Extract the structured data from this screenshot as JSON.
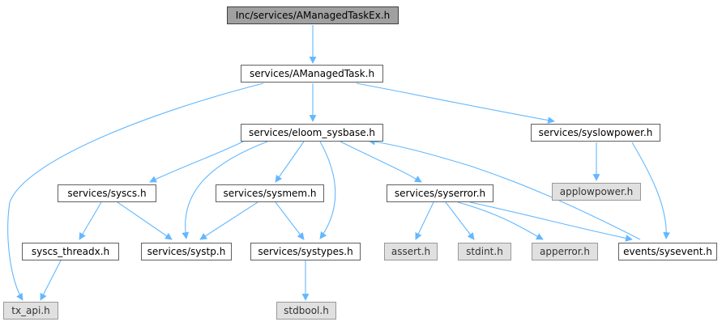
{
  "graph": {
    "colors": {
      "edge": "#63b8ff",
      "root_fill": "#a0a0a0",
      "node_border": "#606060",
      "system_fill": "#e0e0e0"
    },
    "nodes": {
      "root": "Inc/services/AManagedTaskEx.h",
      "amanagedtask": "services/AManagedTask.h",
      "eloom_sysbase": "services/eloom_sysbase.h",
      "syslowpower": "services/syslowpower.h",
      "applowpower": "applowpower.h",
      "syscs": "services/syscs.h",
      "sysmem": "services/sysmem.h",
      "syserror": "services/syserror.h",
      "syscs_threadx": "syscs_threadx.h",
      "systp": "services/systp.h",
      "systypes": "services/systypes.h",
      "assert": "assert.h",
      "stdint": "stdint.h",
      "apperror": "apperror.h",
      "sysevent": "events/sysevent.h",
      "tx_api": "tx_api.h",
      "stdbool": "stdbool.h"
    }
  }
}
